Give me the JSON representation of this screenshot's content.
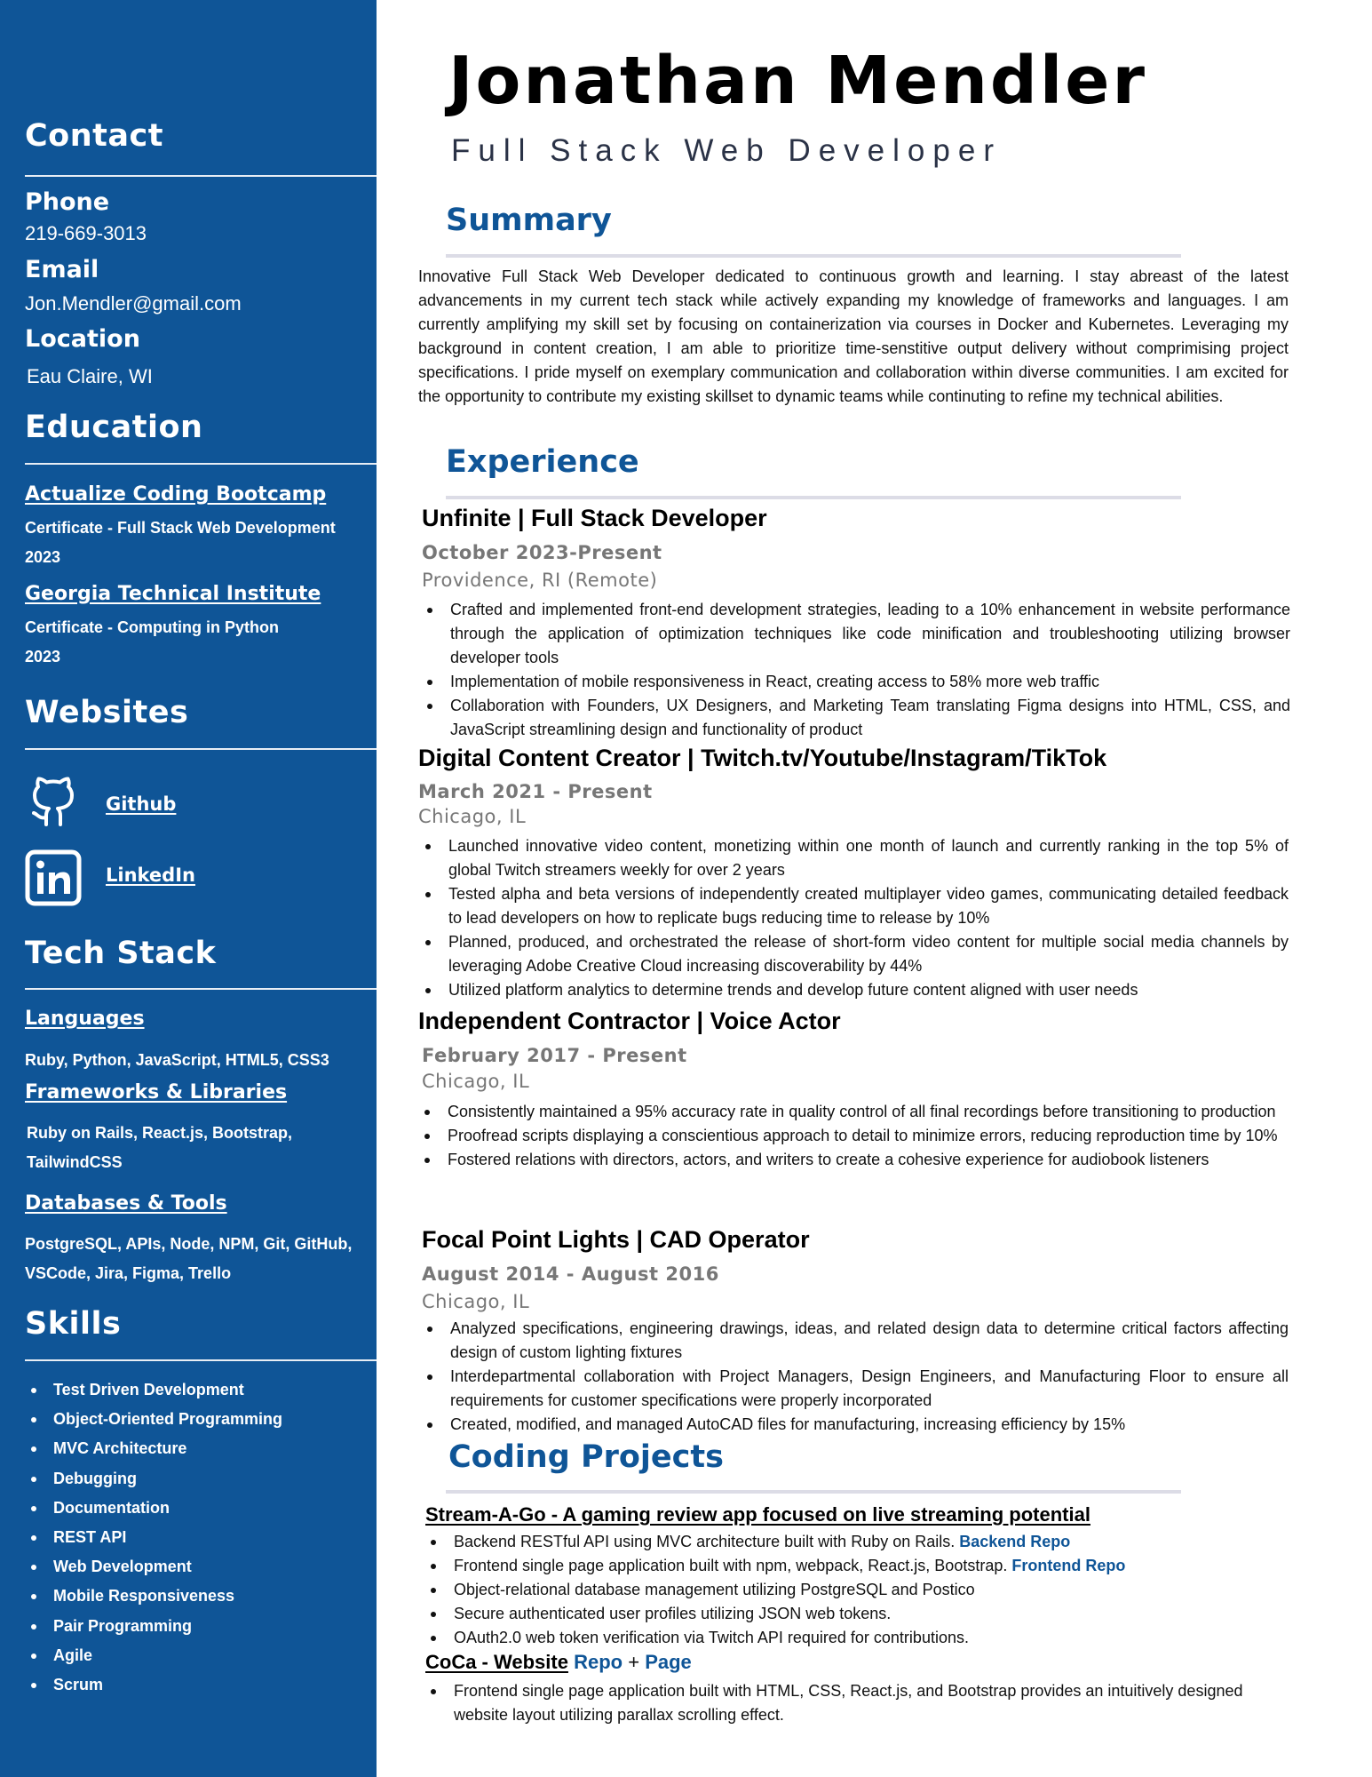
{
  "sidebar": {
    "contact": {
      "heading": "Contact",
      "phone_label": "Phone",
      "phone": "219-669-3013",
      "email_label": "Email",
      "email": "Jon.Mendler@gmail.com",
      "location_label": "Location",
      "location": "Eau Claire, WI"
    },
    "education": {
      "heading": "Education",
      "items": [
        {
          "school": "Actualize Coding Bootcamp",
          "certificate": "Certificate - Full Stack Web Development",
          "year": "2023"
        },
        {
          "school": "Georgia Technical Institute",
          "certificate": "Certificate - Computing in Python",
          "year": "2023"
        }
      ]
    },
    "websites": {
      "heading": "Websites",
      "items": [
        {
          "label": "Github",
          "icon": "github-icon"
        },
        {
          "label": "LinkedIn",
          "icon": "linkedin-icon"
        }
      ]
    },
    "tech_stack": {
      "heading": "Tech Stack",
      "languages_label": "Languages",
      "languages": "Ruby, Python, JavaScript, HTML5, CSS3",
      "frameworks_label": "Frameworks & Libraries",
      "frameworks_line1": "Ruby on Rails, React.js, Bootstrap,",
      "frameworks_line2": "TailwindCSS",
      "tools_label": "Databases & Tools",
      "tools_line1": "PostgreSQL, APIs, Node, NPM, Git, GitHub,",
      "tools_line2": "VSCode, Jira, Figma, Trello"
    },
    "skills": {
      "heading": "Skills",
      "items": [
        "Test Driven Development",
        "Object-Oriented Programming",
        "MVC Architecture",
        "Debugging",
        "Documentation",
        "REST API",
        "Web Development",
        "Mobile Responsiveness",
        "Pair Programming",
        "Agile",
        "Scrum"
      ]
    }
  },
  "header": {
    "name": "Jonathan Mendler",
    "role": "Full Stack Web Developer"
  },
  "summary": {
    "heading": "Summary",
    "text": "Innovative Full Stack Web Developer dedicated to continuous growth and learning. I stay abreast of the latest advancements in my current tech stack while actively expanding my knowledge of frameworks and languages. I am currently amplifying my skill set by focusing on containerization via courses in Docker and Kubernetes. Leveraging my background in content creation, I am able to prioritize time-senstitive output delivery without comprimising project specifications. I pride myself on exemplary communication and collaboration within diverse communities. I am excited for the opportunity to contribute my existing skillset to dynamic teams while continuting to refine my technical abilities."
  },
  "experience": {
    "heading": "Experience",
    "jobs": [
      {
        "title": "Unfinite | Full Stack Developer",
        "dates": "October 2023-Present",
        "location": "Providence, RI (Remote)",
        "bullets": [
          "Crafted and implemented front-end development strategies, leading to a 10% enhancement in website performance through the application of optimization techniques like code minification and troubleshooting utilizing browser developer tools",
          "Implementation of mobile responsiveness in React, creating access to 58% more web traffic",
          "Collaboration with Founders, UX Designers, and Marketing Team translating Figma designs into HTML, CSS, and JavaScript streamlining design and functionality of product"
        ]
      },
      {
        "title": "Digital Content Creator | Twitch.tv/Youtube/Instagram/TikTok",
        "dates": "March 2021 - Present",
        "location": "Chicago, IL",
        "bullets": [
          "Launched innovative video content, monetizing within one month of launch and currently ranking in the top 5% of global Twitch streamers weekly for over 2 years",
          "Tested alpha and beta versions of independently created multiplayer video games, communicating detailed feedback to lead developers on how to replicate bugs reducing time to release by 10%",
          "Planned, produced, and orchestrated the release of short-form video content for multiple social media channels by leveraging Adobe Creative Cloud increasing discoverability by 44%",
          "Utilized platform analytics to determine trends and develop future content aligned with user needs"
        ]
      },
      {
        "title": "Independent Contractor | Voice Actor",
        "dates": "February 2017 - Present",
        "location": "Chicago, IL",
        "bullets": [
          "Consistently maintained a 95% accuracy rate in quality control of all final recordings before transitioning to production",
          "Proofread scripts displaying a conscientious approach to detail to minimize errors, reducing reproduction time by 10%",
          "Fostered relations with directors, actors, and writers to create a cohesive experience for audiobook listeners"
        ]
      },
      {
        "title": "Focal Point Lights | CAD Operator",
        "dates": "August 2014 - August 2016",
        "location": "Chicago, IL",
        "bullets": [
          "Analyzed specifications, engineering drawings, ideas, and related design data to determine critical factors affecting design of custom lighting fixtures",
          "Interdepartmental collaboration with Project Managers, Design Engineers, and Manufacturing Floor to ensure all requirements for customer specifications were properly incorporated",
          "Created, modified, and managed AutoCAD files for manufacturing, increasing efficiency by 15%"
        ]
      }
    ]
  },
  "projects": {
    "heading": "Coding Projects",
    "p1": {
      "title": "Stream-A-Go - A gaming review app focused on live streaming potential",
      "b1_text": "Backend RESTful API using MVC architecture built with Ruby on Rails.",
      "b1_link": "Backend Repo",
      "b2_text": "Frontend single page application built with npm, webpack, React.js, Bootstrap.",
      "b2_link": "Frontend Repo",
      "b3": "Object-relational database management utilizing PostgreSQL and Postico",
      "b4": "Secure authenticated user profiles utilizing JSON web tokens.",
      "b5": "OAuth2.0 web token verification via Twitch API required for contributions."
    },
    "p2": {
      "title": "CoCa - Website",
      "repo_link": "Repo",
      "plus": "+",
      "page_link": "Page",
      "b1": "Frontend single page application built with HTML, CSS, React.js, and Bootstrap provides an intuitively designed website layout utilizing parallax scrolling effect."
    }
  },
  "colors": {
    "sidebar_bg": "#0f5597",
    "accent": "#0f5597",
    "rule": "#dcdce6",
    "muted_text": "#777777"
  }
}
